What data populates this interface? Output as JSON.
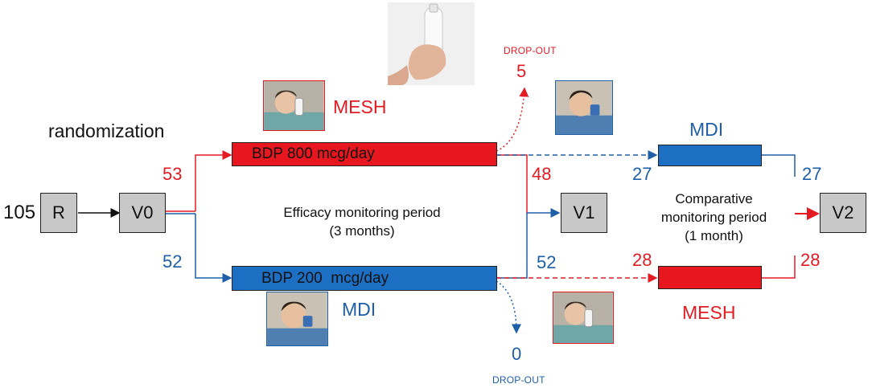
{
  "title_label": "randomization",
  "start_count": "105",
  "nodes": {
    "r": "R",
    "v0": "V0",
    "v1": "V1",
    "v2": "V2"
  },
  "arms": {
    "top": {
      "count": "53",
      "device": "MESH",
      "treatment": "BDP 800 mcg/day"
    },
    "bottom": {
      "count": "52",
      "device": "MDI",
      "treatment": "BDP 200  mcg/day"
    }
  },
  "period1": {
    "line1": "Efficacy monitoring period",
    "line2": "(3 months)"
  },
  "period2": {
    "line1": "Comparative",
    "line2": "monitoring period",
    "line3": "(1 month)"
  },
  "dropout_top": {
    "label": "DROP-OUT",
    "count": "5"
  },
  "dropout_bottom": {
    "label": "DROP-OUT",
    "count": "0"
  },
  "v1_counts": {
    "top": "48",
    "bottom": "52"
  },
  "crossover": {
    "top": {
      "device": "MDI",
      "count_in": "27",
      "count_out": "27"
    },
    "bottom": {
      "device": "MESH",
      "count_in": "28",
      "count_out": "28"
    }
  },
  "colors": {
    "red": "#e31b23",
    "blue": "#1f5fa8",
    "gray": "#c8c8c8"
  }
}
